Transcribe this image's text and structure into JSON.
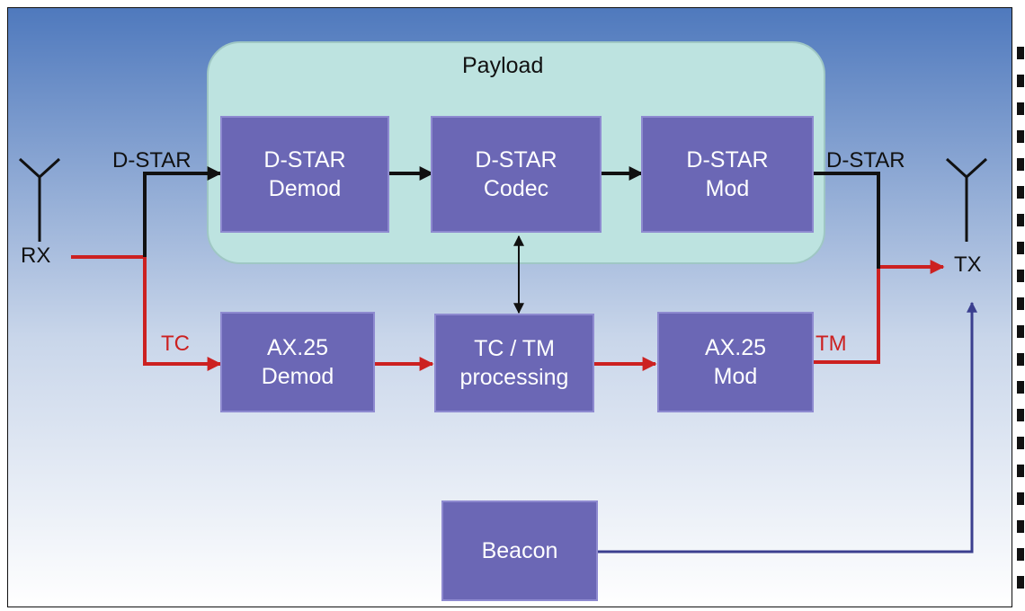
{
  "title": "Payload",
  "blocks": {
    "dstar_demod": [
      "D-STAR",
      "Demod"
    ],
    "dstar_codec": [
      "D-STAR",
      "Codec"
    ],
    "dstar_mod": [
      "D-STAR",
      "Mod"
    ],
    "ax25_demod": [
      "AX.25",
      "Demod"
    ],
    "tctm": [
      "TC / TM",
      "processing"
    ],
    "ax25_mod": [
      "AX.25",
      "Mod"
    ],
    "beacon": "Beacon"
  },
  "labels": {
    "rx": "RX",
    "tx": "TX",
    "dstar_in": "D-STAR",
    "dstar_out": "D-STAR",
    "tc": "TC",
    "tm": "TM"
  },
  "colors": {
    "block": "#6b67b5",
    "payload": "#bde3e0",
    "rf_path": "#cc2121",
    "dstar_path": "#111111",
    "beacon_path": "#3b3f8f"
  }
}
